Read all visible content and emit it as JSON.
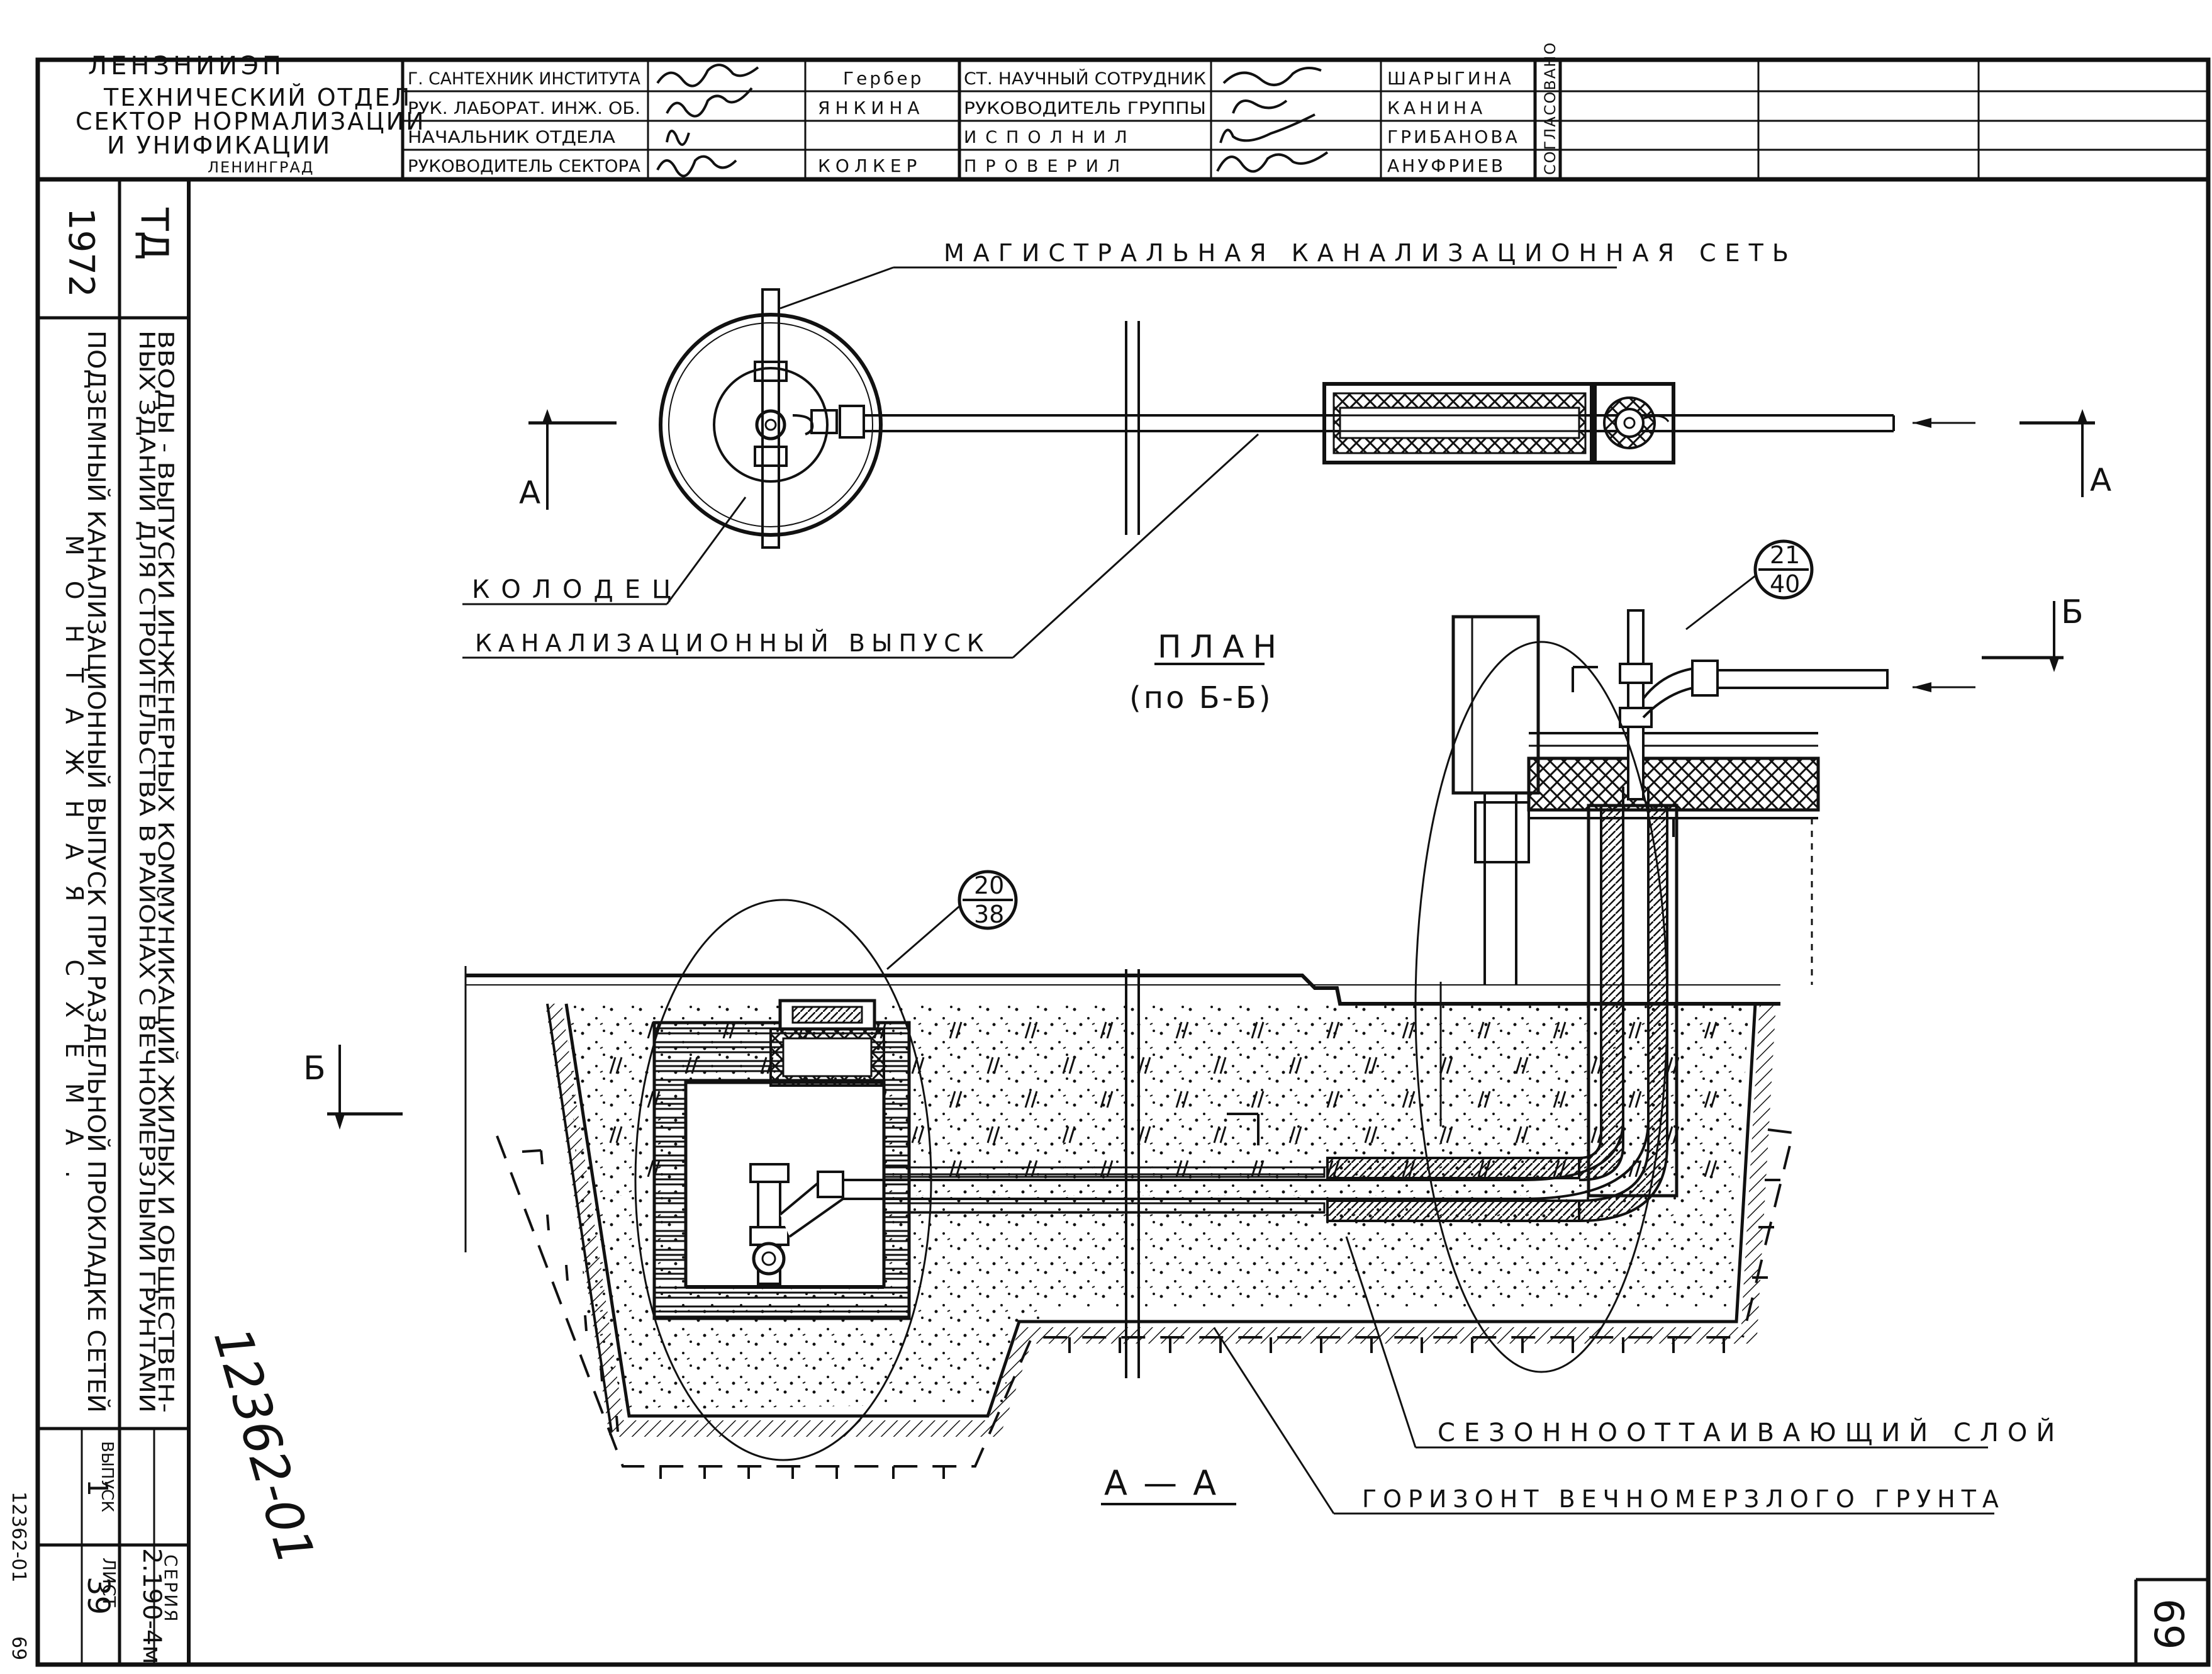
{
  "title_block": {
    "org_top": "ЛЕНЗНИИЭП",
    "org_department": "ТЕХНИЧЕСКИЙ ОТДЕЛ",
    "org_sector": "СЕКТОР НОРМАЛИЗАЦИИ",
    "org_sector2": "И УНИФИКАЦИИ",
    "org_city": "ЛЕНИНГРАД",
    "staff": [
      {
        "role": "Г. САНТЕХНИК ИНСТИТУТА",
        "name": "Гербер"
      },
      {
        "role": "РУК. ЛАБОРАТ. ИНЖ. ОБ.",
        "name": "ЯНКИНА"
      },
      {
        "role": "НАЧАЛЬНИК ОТДЕЛА",
        "name": ""
      },
      {
        "role": "РУКОВОДИТЕЛЬ СЕКТОРА",
        "name": "КОЛКЕР"
      },
      {
        "role": "СТ. НАУЧНЫЙ СОТРУДНИК",
        "name": "ШАРЫГИНА"
      },
      {
        "role": "РУКОВОДИТЕЛЬ ГРУППЫ",
        "name": "КАНИНА"
      },
      {
        "role": "ИСПОЛНИЛ",
        "name": "ГРИБАНОВА"
      },
      {
        "role": "ПРОВЕРИЛ",
        "name": "АНУФРИЕВ"
      }
    ],
    "approved_label": "СОГЛАСОВАНО"
  },
  "side_block": {
    "year": "1972",
    "code": "ТД",
    "title_line1": "ВВОДЫ - ВЫПУСКИ ИНЖЕНЕРНЫХ КОММУНИКАЦИЙ ЖИЛЫХ И ОБЩЕСТВЕН-",
    "title_line2": "НЫХ ЗДАНИЙ ДЛЯ СТРОИТЕЛЬСТВА В РАЙОНАХ С ВЕЧНОМЕРЗЛЫМИ ГРУНТАМИ",
    "subtitle_line1": "ПОДЗЕМНЫЙ КАНАЛИЗАЦИОННЫЙ ВЫПУСК ПРИ РАЗДЕЛЬНОЙ ПРОКЛАДКЕ СЕТЕЙ",
    "subtitle_line2": "МОНТАЖНАЯ СХЕМА.",
    "series_label": "СЕРИЯ",
    "series_value": "2.190-4м",
    "issue_label": "ВЫПУСК",
    "issue_value": "1",
    "sheet_label": "ЛИСТ",
    "sheet_value": "39",
    "archive_number": "12362-01",
    "edge_number": "12362-01",
    "edge_page": "69"
  },
  "drawing": {
    "label_main_sewer": "МАГИСТРАЛЬНАЯ КАНАЛИЗАЦИОННАЯ СЕТЬ",
    "label_well": "КОЛОДЕЦ",
    "label_outlet": "КАНАЛИЗАЦИОННЫЙ ВЫПУСК",
    "plan_title": "ПЛАН",
    "plan_subtitle": "(по Б-Б)",
    "section_title": "А — А",
    "label_seasonal": "СЕЗОННООТТАИВАЮЩИЙ СЛОЙ",
    "label_permafrost": "ГОРИЗОНТ ВЕЧНОМЕРЗЛОГО ГРУНТА",
    "callout1_num": "20",
    "callout1_den": "38",
    "callout2_num": "21",
    "callout2_den": "40",
    "mark_a": "А",
    "mark_b": "Б",
    "page_number": "69"
  }
}
